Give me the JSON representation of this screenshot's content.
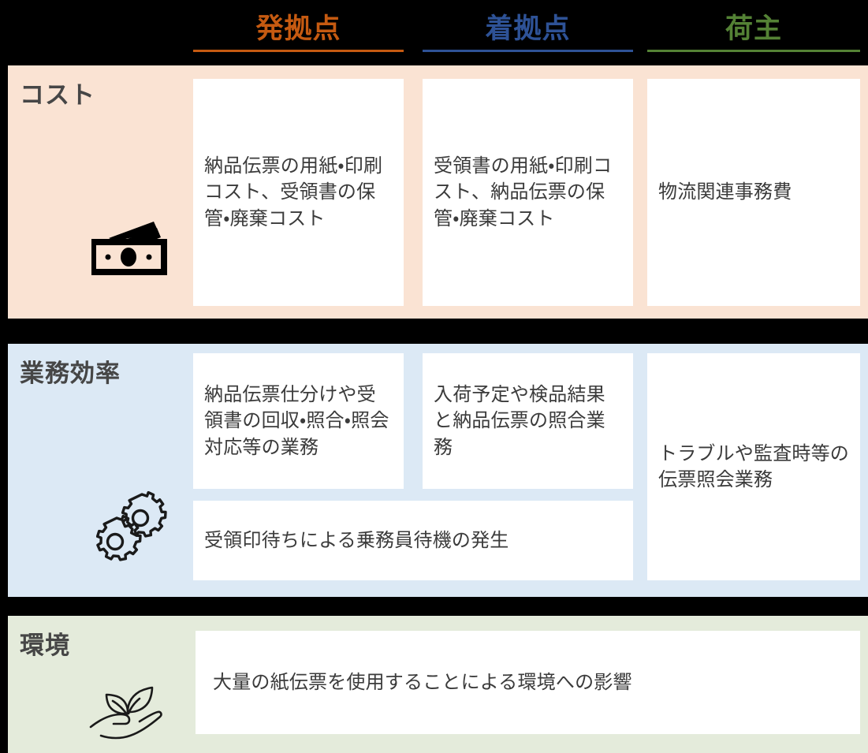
{
  "columns": [
    {
      "label": "発拠点",
      "color": "#C55A11"
    },
    {
      "label": "着拠点",
      "color": "#2E5296"
    },
    {
      "label": "荷主",
      "color": "#548235"
    }
  ],
  "rows": [
    {
      "label": "コスト",
      "band_color": "#FAE3D3",
      "icon": "money-icon",
      "cells": [
        "納品伝票の用紙・印刷コスト、受領書の保管・廃棄コスト",
        "受領書の用紙・印刷コスト、納品伝票の保管・廃棄コスト",
        "物流関連事務費"
      ]
    },
    {
      "label": "業務効率",
      "band_color": "#DCE9F5",
      "icon": "gears-icon",
      "cells": [
        "納品伝票仕分けや受領書の回収・照合・照会対応等の業務",
        "入荷予定や検品結果と納品伝票の照合業務",
        "トラブルや監査時等の伝票照会業務"
      ],
      "span_cell": "受領印待ちによる乗務員待機の発生"
    },
    {
      "label": "環境",
      "band_color": "#E4EBDB",
      "icon": "plant-in-hand-icon",
      "span_cell": "大量の紙伝票を使用することによる環境への影響"
    }
  ]
}
